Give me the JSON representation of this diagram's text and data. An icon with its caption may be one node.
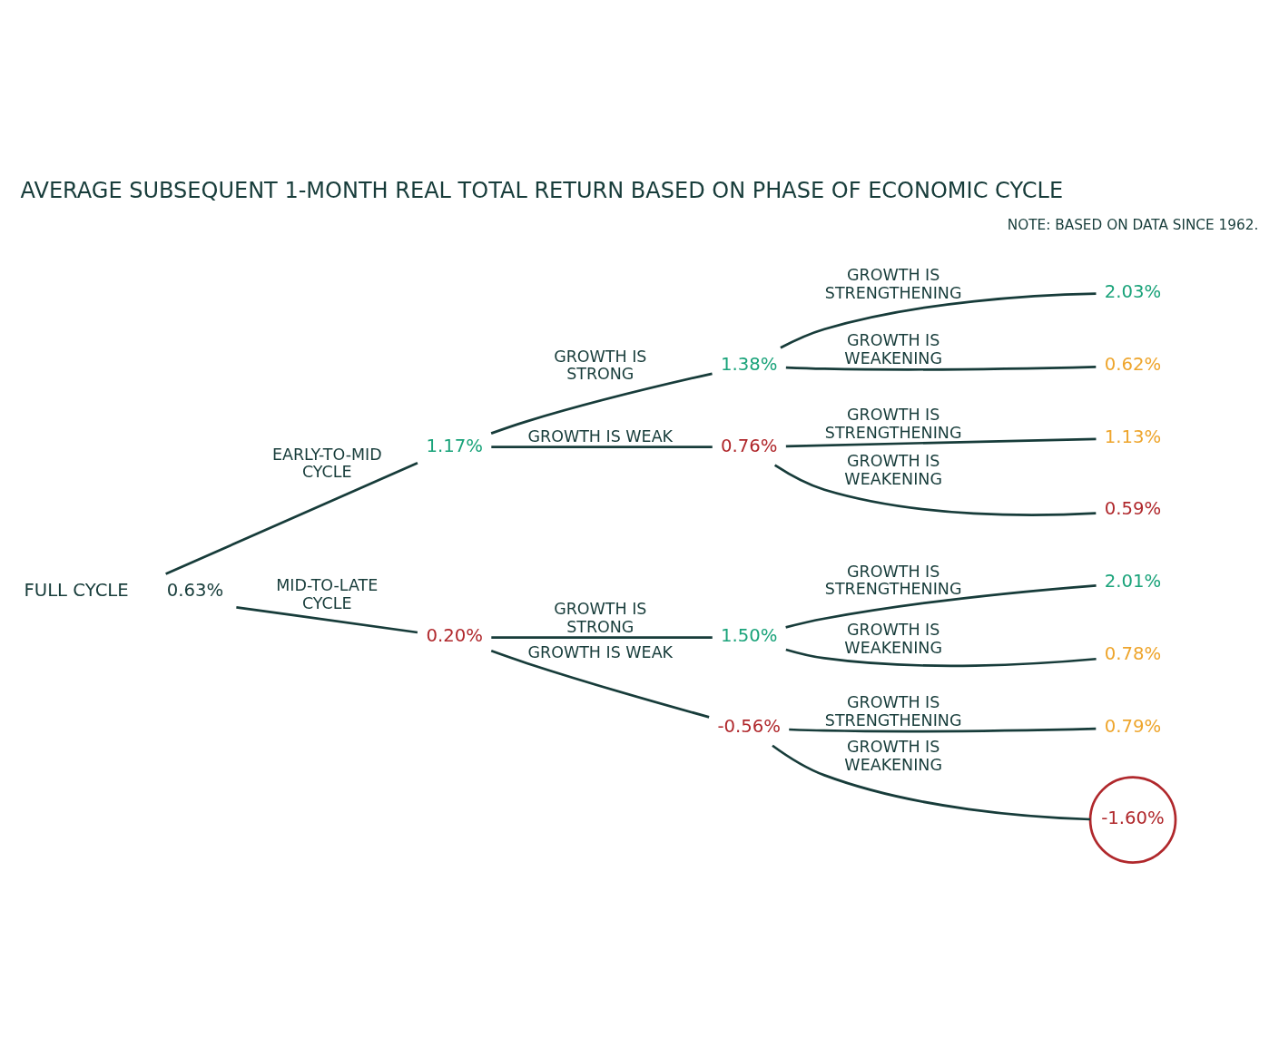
{
  "diagram": {
    "title": "AVERAGE SUBSEQUENT 1-MONTH REAL TOTAL RETURN BASED ON PHASE OF ECONOMIC CYCLE",
    "nodes": [
      {
        "text": [
          "0.63%"
        ],
        "beside": [
          "FULL CYCLE"
        ]
      },
      {
        "text": [
          "1.17%"
        ]
      },
      {
        "text": [
          "1.38%"
        ]
      },
      {
        "text": [
          "2.03%"
        ]
      },
      {
        "text": [
          "0.62%"
        ]
      },
      {
        "text": [
          "0.76%"
        ]
      },
      {
        "text": [
          "1.13%"
        ]
      },
      {
        "text": [
          "0.59%"
        ]
      },
      {
        "text": [
          "0.20%"
        ]
      },
      {
        "text": [
          "1.50%"
        ]
      },
      {
        "text": [
          "2.01%"
        ]
      },
      {
        "text": [
          "0.78%"
        ]
      },
      {
        "text": [
          "-0.56%"
        ]
      },
      {
        "text": [
          "0.79%"
        ]
      },
      {
        "text": [
          "-1.60%"
        ]
      }
    ],
    "edges": [
      {
        "from": 0,
        "to": 1,
        "arrow": "none",
        "label": "EARLY-TO-MID CYCLE"
      },
      {
        "from": 1,
        "to": 2,
        "arrow": "none",
        "label": "GROWTH IS STRONG"
      },
      {
        "from": 2,
        "to": 3,
        "arrow": "none",
        "label": "GROWTH IS STRENGTHENING"
      },
      {
        "from": 2,
        "to": 4,
        "arrow": "none",
        "label": "GROWTH IS WEAKENING"
      },
      {
        "from": 1,
        "to": 5,
        "arrow": "none",
        "label": "GROWTH IS WEAK"
      },
      {
        "from": 5,
        "to": 6,
        "arrow": "none",
        "label": "GROWTH IS STRENGTHENING"
      },
      {
        "from": 5,
        "to": 7,
        "arrow": "none",
        "label": "GROWTH IS WEAKENING"
      },
      {
        "from": 0,
        "to": 8,
        "arrow": "none",
        "label": "MID-TO-LATE CYCLE"
      },
      {
        "from": 8,
        "to": 9,
        "arrow": "none",
        "label": "GROWTH IS STRONG"
      },
      {
        "from": 9,
        "to": 10,
        "arrow": "none",
        "label": "GROWTH IS STRENGTHENING"
      },
      {
        "from": 9,
        "to": 11,
        "arrow": "none",
        "label": "GROWTH IS WEAKENING"
      },
      {
        "from": 8,
        "to": 12,
        "arrow": "none",
        "label": "GROWTH IS WEAK"
      },
      {
        "from": 12,
        "to": 13,
        "arrow": "none",
        "label": "GROWTH IS STRENGTHENING"
      },
      {
        "from": 12,
        "to": 14,
        "arrow": "none",
        "label": "GROWTH IS WEAKENING"
      }
    ],
    "labels": [
      "NOTE: BASED ON DATA SINCE 1962."
    ]
  }
}
